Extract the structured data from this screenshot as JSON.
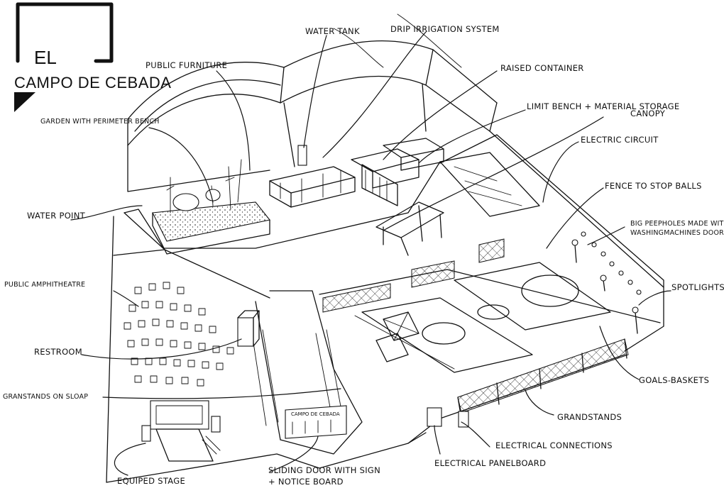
{
  "logo": {
    "line1": "EL",
    "line2": "CAMPO DE CEBADA"
  },
  "labels": {
    "water_tank": "WATER TANK",
    "drip_irrigation": "DRIP IRRIGATION SYSTEM",
    "public_furniture": "PUBLIC FURNITURE",
    "raised_container": "RAISED CONTAINER",
    "limit_bench": "LIMIT BENCH + MATERIAL STORAGE",
    "canopy": "CANOPY",
    "garden": "GARDEN WITH PERIMETER BENCH",
    "electric_circuit": "ELECTRIC CIRCUIT",
    "fence": "FENCE TO STOP BALLS",
    "peepholes_1": "BIG PEEPHOLES MADE WITH",
    "peepholes_2": "WASHINGMACHINES DOORS",
    "water_point": "WATER POINT",
    "amphitheatre": "PUBLIC AMPHITHEATRE",
    "spotlights": "SPOTLIGHTS",
    "restroom": "RESTROOM",
    "grandstands_slope": "GRANSTANDS ON SLOAP",
    "goals_baskets": "GOALS-BASKETS",
    "grandstands": "GRANDSTANDS",
    "electrical_connections": "ELECTRICAL CONNECTIONS",
    "electrical_panelboard": "ELECTRICAL PANELBOARD",
    "equiped_stage": "EQUIPED STAGE",
    "sliding_door_1": "SLIDING DOOR WITH SIGN",
    "sliding_door_2": "+ NOTICE BOARD"
  },
  "sign_text": "CAMPO DE CEBADA"
}
